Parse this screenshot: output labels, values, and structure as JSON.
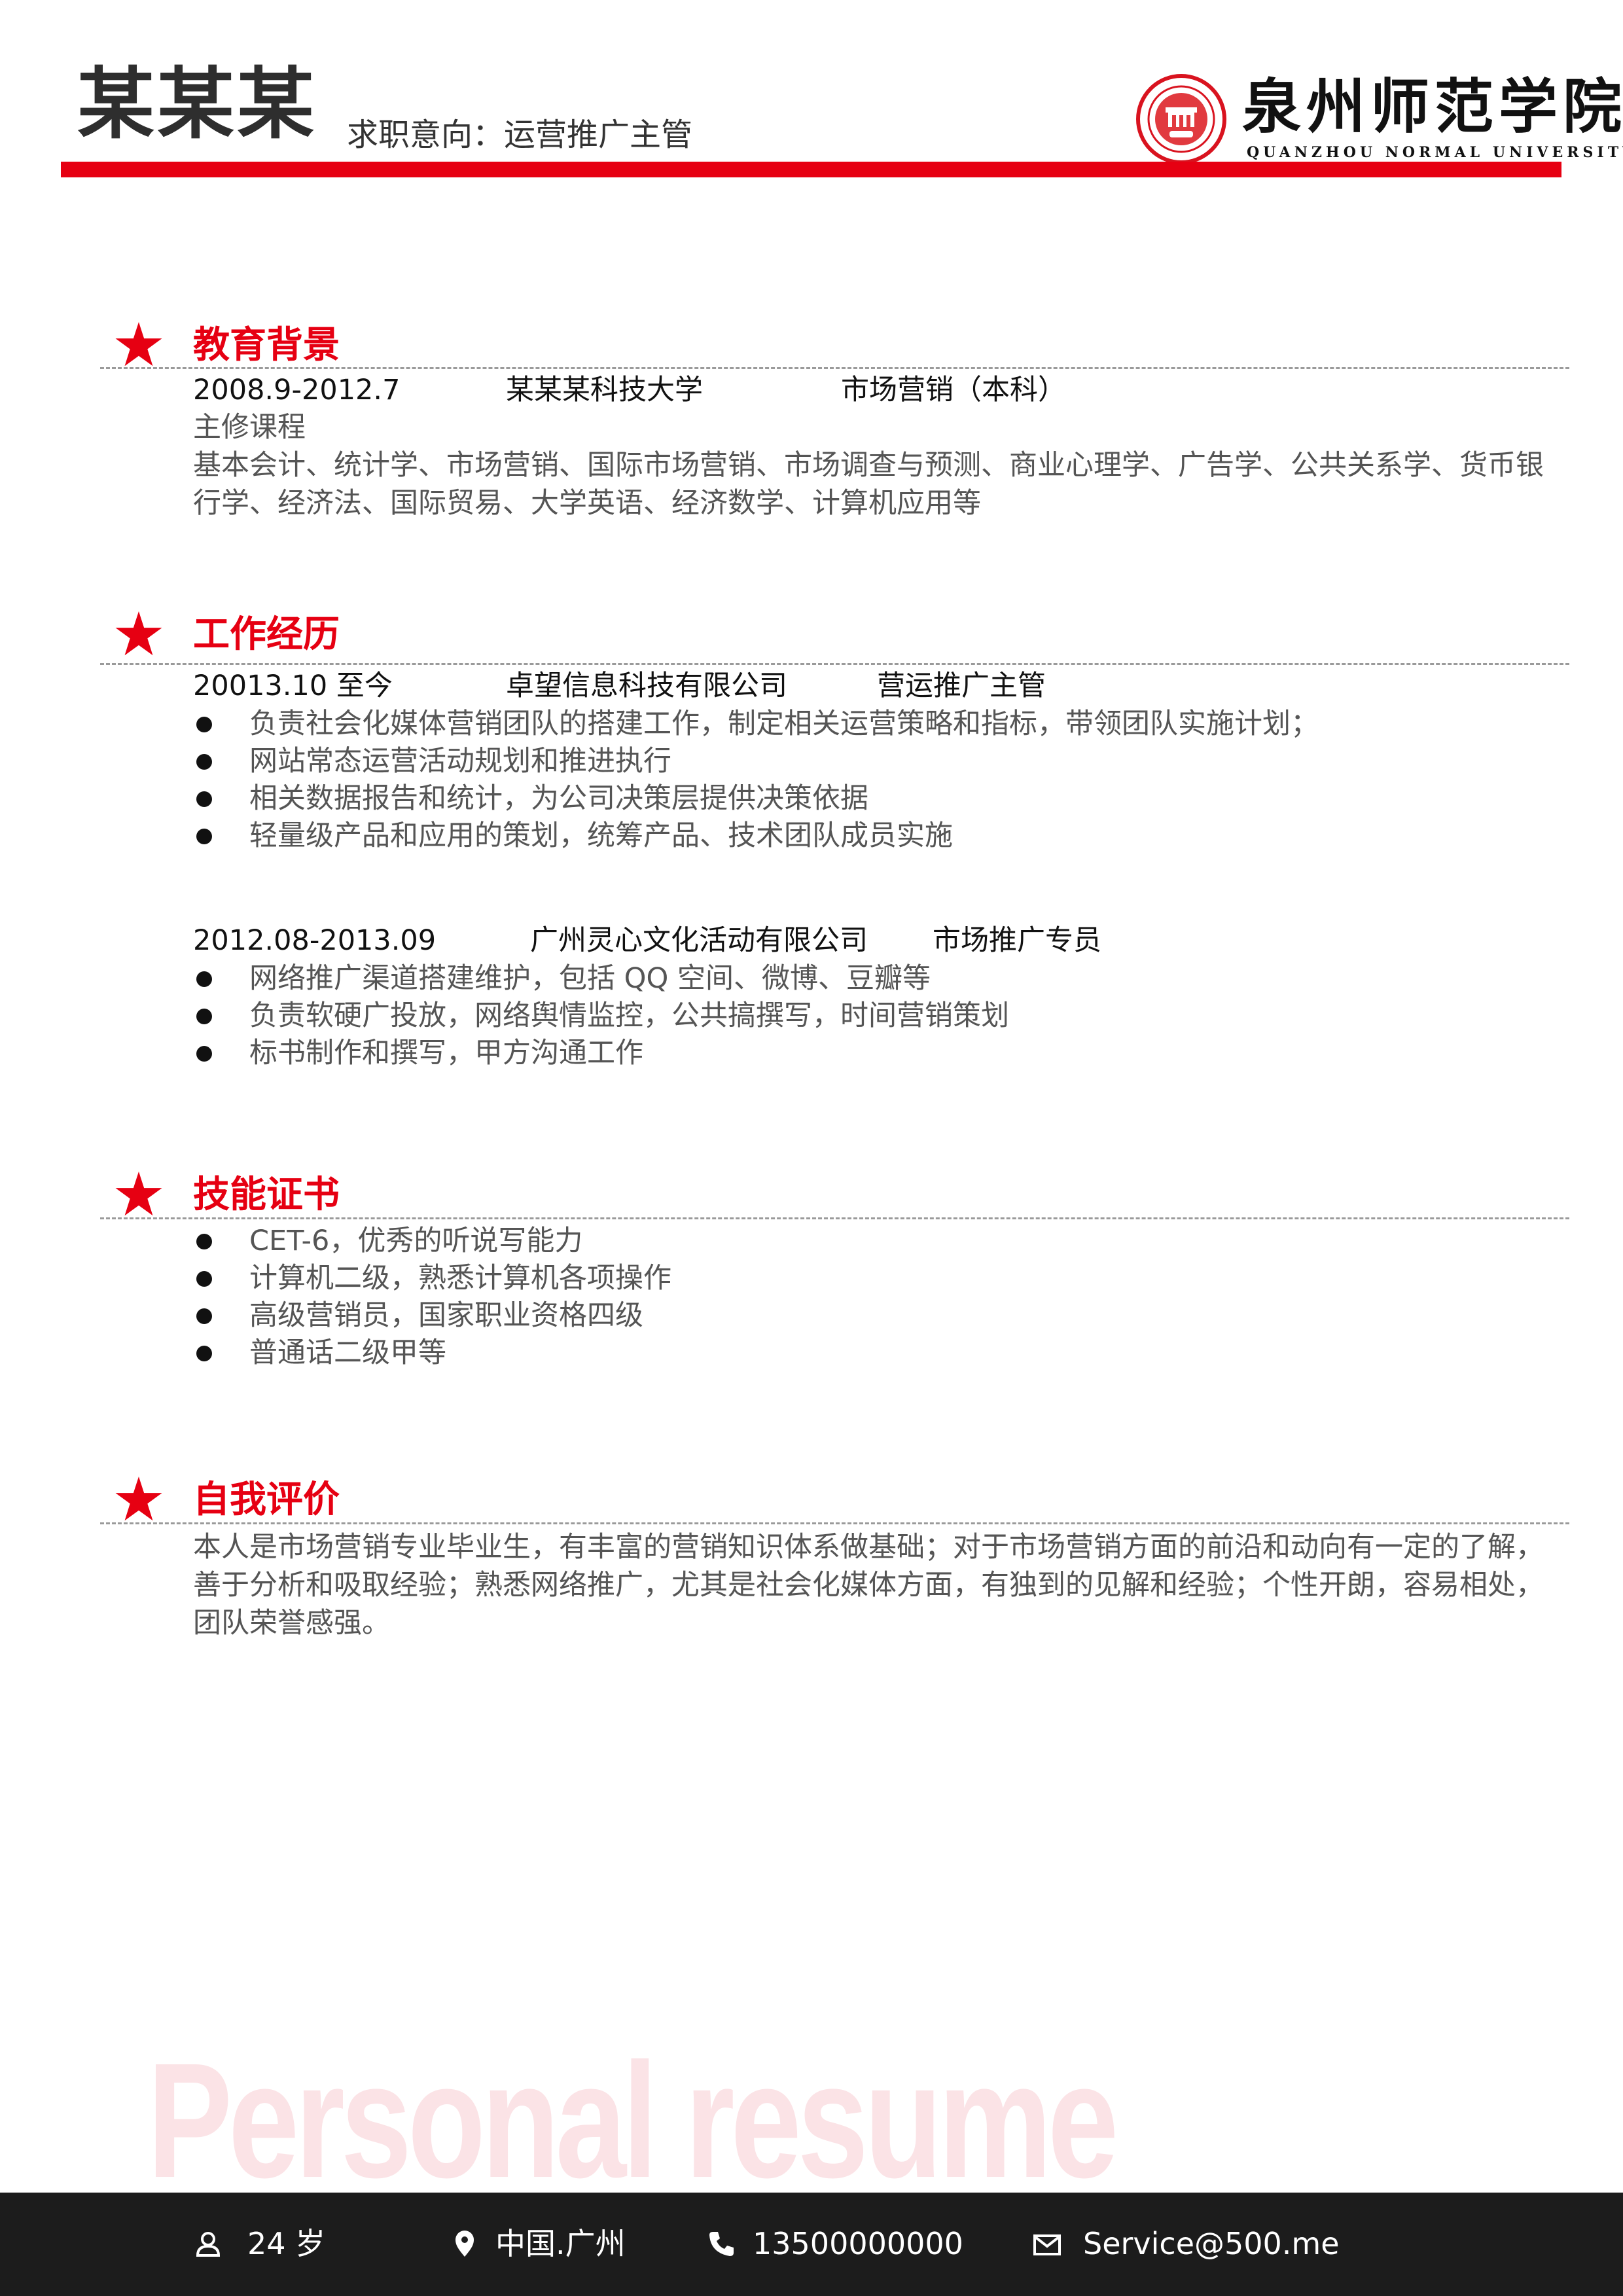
{
  "header": {
    "name": "某某某",
    "job_intent": "求职意向：运营推广主管",
    "logo_cn": "泉州师范学院",
    "logo_en": "QUANZHOU NORMAL UNIVERSITY",
    "accent_color": "#e60012"
  },
  "education": {
    "title": "教育背景",
    "period": "2008.9-2012.7",
    "school": "某某某科技大学",
    "major": "市场营销（本科）",
    "courses_label": "主修课程",
    "courses": "基本会计、统计学、市场营销、国际市场营销、市场调查与预测、商业心理学、广告学、公共关系学、货币银行学、经济法、国际贸易、大学英语、经济数学、计算机应用等"
  },
  "work": {
    "title": "工作经历",
    "jobs": [
      {
        "period": "20013.10 至今",
        "company": "卓望信息科技有限公司",
        "position": "营运推广主管",
        "items": [
          "负责社会化媒体营销团队的搭建工作，制定相关运营策略和指标，带领团队实施计划；",
          "网站常态运营活动规划和推进执行",
          "相关数据报告和统计，为公司决策层提供决策依据",
          "轻量级产品和应用的策划，统筹产品、技术团队成员实施"
        ]
      },
      {
        "period": "2012.08-2013.09",
        "company": "广州灵心文化活动有限公司",
        "position": "市场推广专员",
        "items": [
          "网络推广渠道搭建维护，包括 QQ 空间、微博、豆瓣等",
          "负责软硬广投放，网络舆情监控，公共搞撰写，时间营销策划",
          "标书制作和撰写，甲方沟通工作"
        ]
      }
    ]
  },
  "skills": {
    "title": "技能证书",
    "items": [
      "CET-6，优秀的听说写能力",
      "计算机二级，熟悉计算机各项操作",
      "高级营销员，国家职业资格四级",
      "普通话二级甲等"
    ]
  },
  "self_eval": {
    "title": "自我评价",
    "text": "本人是市场营销专业毕业生，有丰富的营销知识体系做基础；对于市场营销方面的前沿和动向有一定的了解，善于分析和吸取经验；熟悉网络推广，尤其是社会化媒体方面，有独到的见解和经验；个性开朗，容易相处，团队荣誉感强。"
  },
  "watermark": "Personal resume",
  "footer": {
    "age": "24 岁",
    "location": "中国.广州",
    "phone": "13500000000",
    "email": "Service@500.me"
  }
}
